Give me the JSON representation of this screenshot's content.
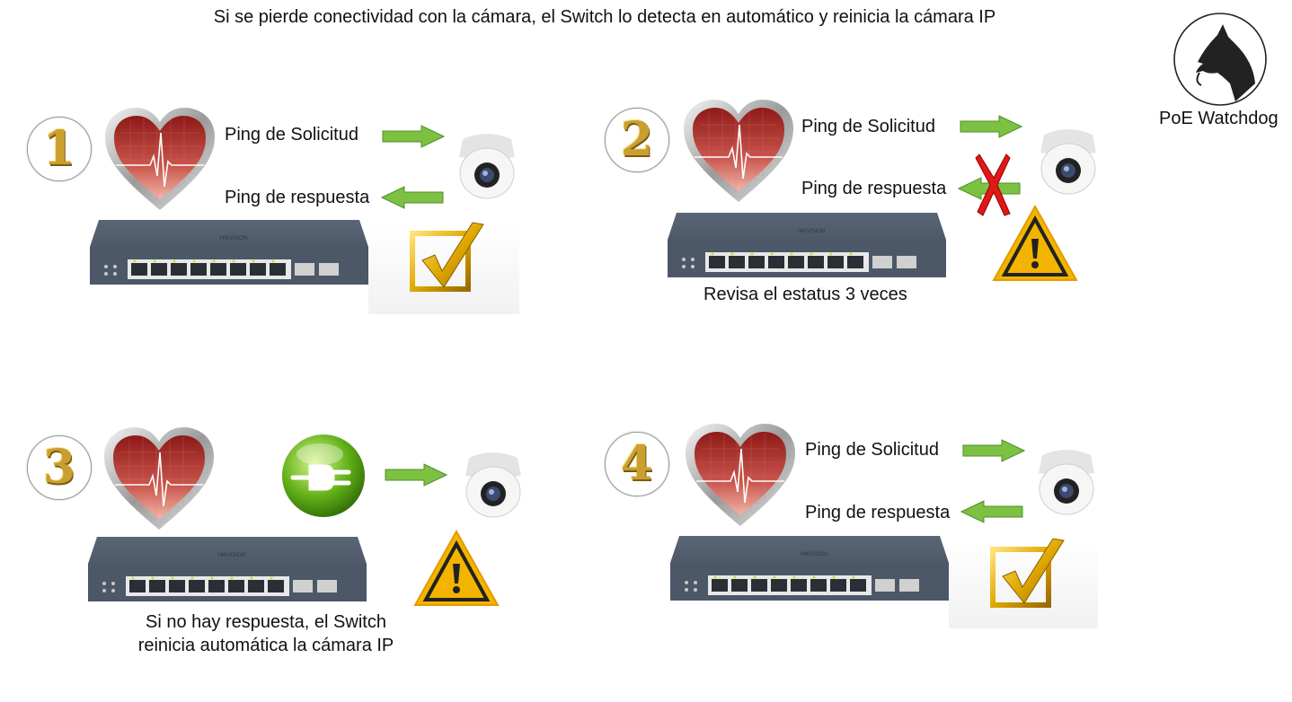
{
  "title": "Si se pierde conectividad con la cámara, el Switch lo detecta en automático y reinicia la cámara IP",
  "logo": {
    "label": "PoE Watchdog"
  },
  "steps": [
    {
      "number": "1",
      "request": "Ping de Solicitud",
      "response": "Ping de respuesta",
      "status_icon": "checkmark-icon"
    },
    {
      "number": "2",
      "request": "Ping de Solicitud",
      "response": "Ping de respuesta",
      "status_icon": "warning-icon",
      "caption": "Revisa el estatus 3 veces"
    },
    {
      "number": "3",
      "status_icon": "warning-icon",
      "caption_line1": "Si no hay respuesta, el Switch",
      "caption_line2": "reinicia automática la cámara IP"
    },
    {
      "number": "4",
      "request": "Ping de Solicitud",
      "response": "Ping de respuesta",
      "status_icon": "checkmark-icon"
    }
  ],
  "colors": {
    "arrow": "#7cc142",
    "heart": "#b0302a",
    "gold": "#e0a800",
    "cross": "#e01818",
    "switch": "#4a5666"
  }
}
